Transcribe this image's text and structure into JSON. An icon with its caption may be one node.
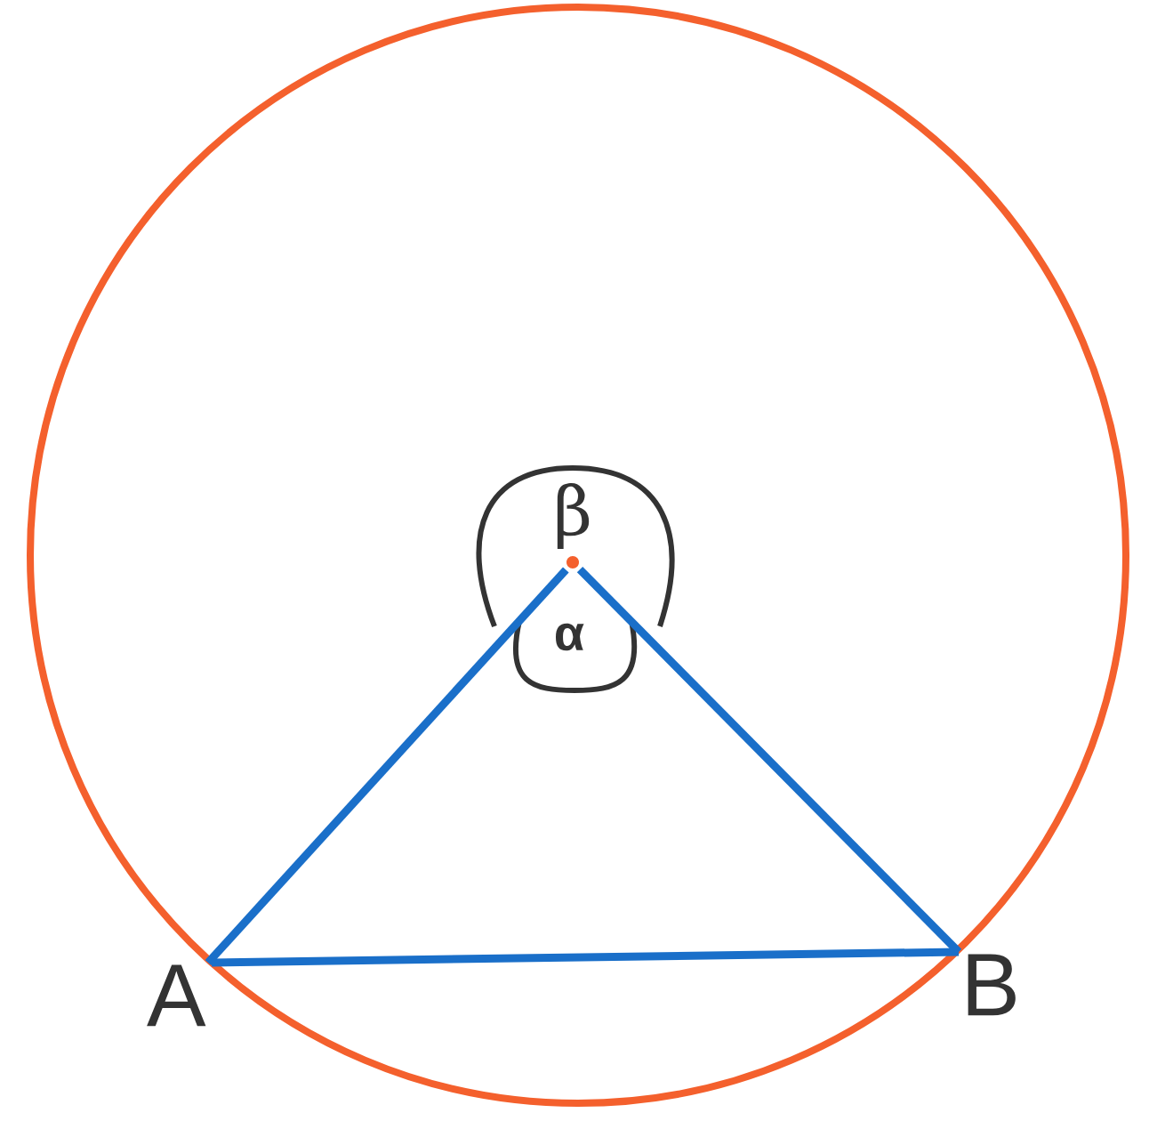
{
  "diagram": {
    "nodes": [
      {
        "text": [
          "A"
        ]
      },
      {
        "text": [
          "B"
        ]
      },
      {
        "text": [],
        "shape": "circle"
      }
    ],
    "edges": [
      {
        "from": 2,
        "to": 0,
        "arrow": "none"
      },
      {
        "from": 2,
        "to": 1,
        "arrow": "none"
      },
      {
        "from": 0,
        "to": 1,
        "arrow": "none"
      }
    ],
    "labels": [
      "β",
      "α"
    ]
  }
}
